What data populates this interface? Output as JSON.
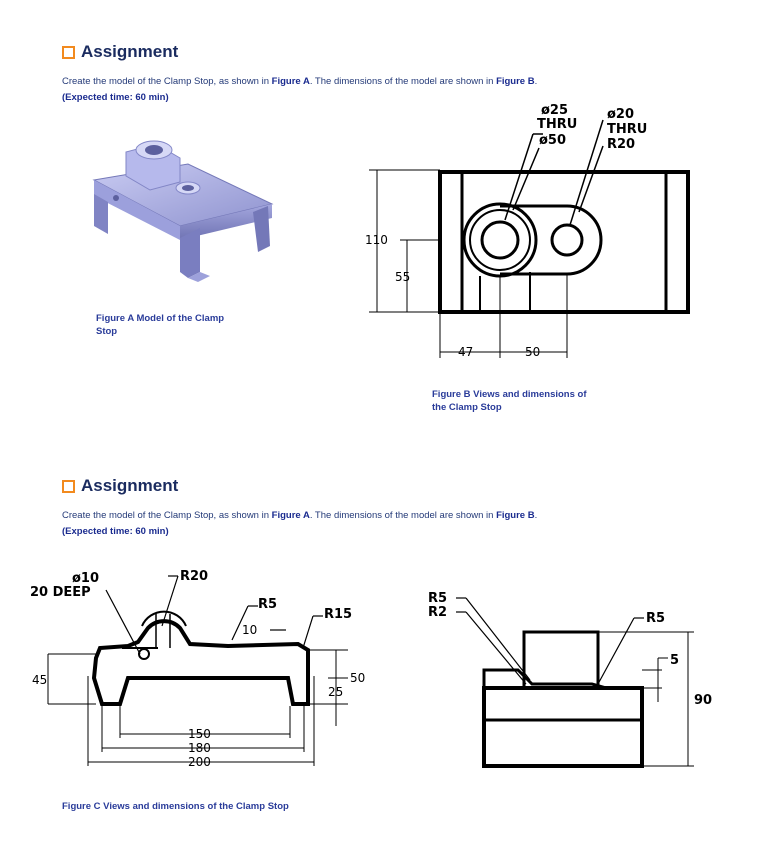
{
  "section1": {
    "heading": "Assignment",
    "intro_a": "Create the model of the Clamp Stop, as shown in ",
    "fig_a_ref": "Figure A",
    "intro_b": ". The dimensions of the model are shown in ",
    "fig_b_ref": "Figure B",
    "intro_c": ".",
    "time": "(Expected time: 60 min)",
    "caption_a_line1": "Figure A    Model of the Clamp",
    "caption_a_line2": "Stop",
    "caption_b_line1": "Figure B   Views and dimensions of",
    "caption_b_line2": "the Clamp Stop",
    "dims": {
      "d25": "ø25",
      "thru1": "THRU",
      "d50": "ø50",
      "d20": "ø20",
      "thru2": "THRU",
      "r20": "R20",
      "h110": "110",
      "h55": "55",
      "w47": "47",
      "w50": "50"
    }
  },
  "section2": {
    "heading": "Assignment",
    "intro_a": "Create the model of the Clamp Stop, as shown in ",
    "fig_a_ref": "Figure A",
    "intro_b": ". The dimensions of the model are shown in ",
    "fig_b_ref": "Figure B",
    "intro_c": ".",
    "time": "(Expected time: 60 min)",
    "caption_c": "Figure C  Views and dimensions of the Clamp Stop",
    "dims": {
      "d10": "ø10",
      "deep": "20  DEEP",
      "r20": "R20",
      "r5a": "R5",
      "ten": "10",
      "r15": "R15",
      "h45": "45",
      "h50": "50",
      "h25": "25",
      "w150": "150",
      "w180": "180",
      "w200": "200",
      "r5b": "R5",
      "r2": "R2",
      "r5c": "R5",
      "five": "5",
      "h90": "90"
    }
  }
}
